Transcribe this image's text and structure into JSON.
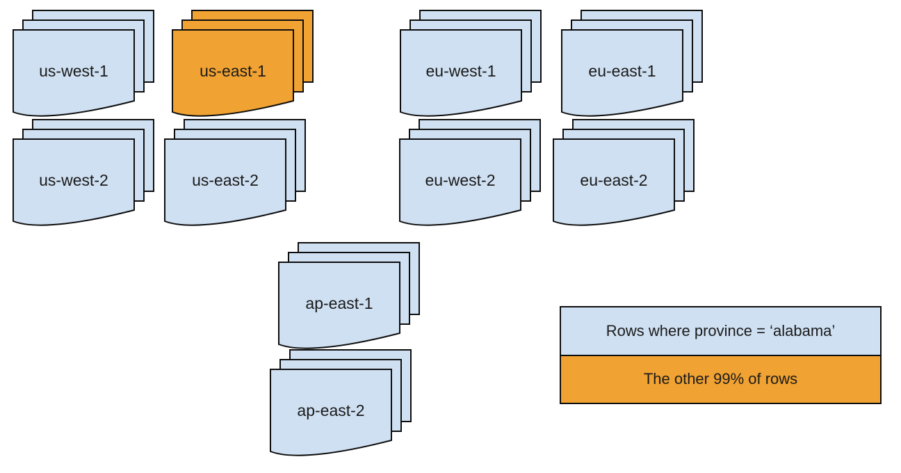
{
  "diagram": {
    "description": "Grid of multi-document stacks representing data partitions per region; one stack highlighted",
    "stacks": [
      {
        "label": "us-west-1",
        "variant": "blue"
      },
      {
        "label": "us-east-1",
        "variant": "orange"
      },
      {
        "label": "eu-west-1",
        "variant": "blue"
      },
      {
        "label": "eu-east-1",
        "variant": "blue"
      },
      {
        "label": "us-west-2",
        "variant": "blue"
      },
      {
        "label": "us-east-2",
        "variant": "blue"
      },
      {
        "label": "eu-west-2",
        "variant": "blue"
      },
      {
        "label": "eu-east-2",
        "variant": "blue"
      },
      {
        "label": "ap-east-1",
        "variant": "blue"
      },
      {
        "label": "ap-east-2",
        "variant": "blue"
      }
    ]
  },
  "legend": {
    "items": [
      {
        "label": "Rows where province = ‘alabama’",
        "variant": "blue"
      },
      {
        "label": "The other 99% of rows",
        "variant": "orange"
      }
    ]
  },
  "colors": {
    "partition_blue": "#cfe0f2",
    "highlight_orange": "#f0a232",
    "outline": "#0d0d0d",
    "background": "#ffffff",
    "text": "#1a1a1a"
  }
}
